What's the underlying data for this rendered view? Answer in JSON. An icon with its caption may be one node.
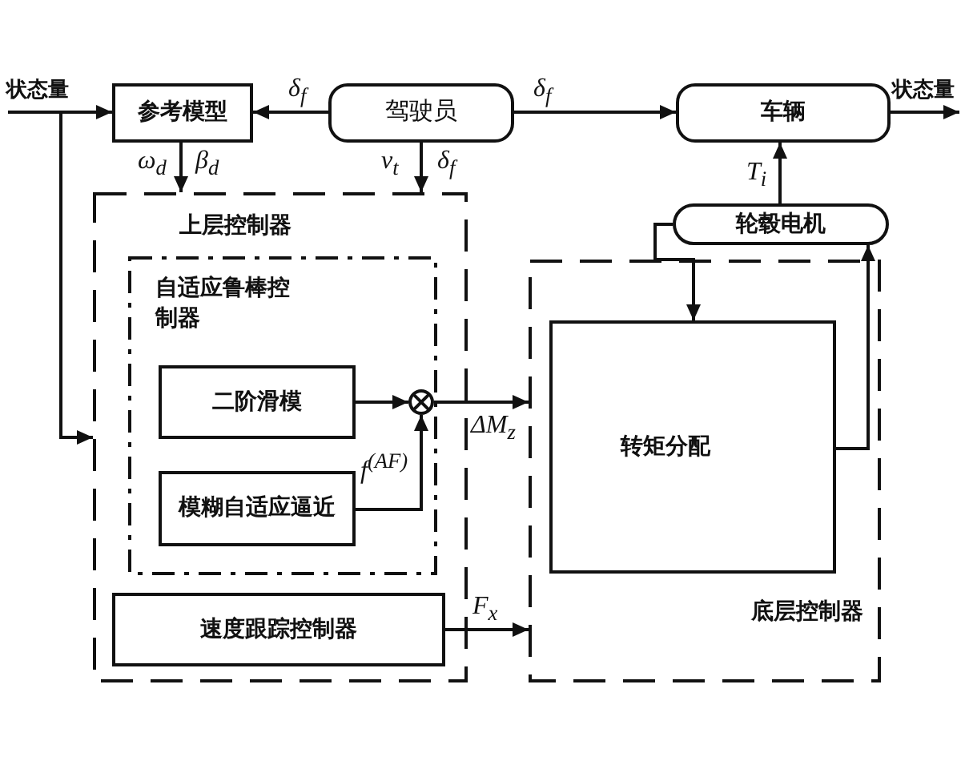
{
  "diagram": {
    "nodes": [
      {
        "text": [
          "参考模型"
        ]
      },
      {
        "text": [
          "驾驶员"
        ]
      },
      {
        "text": [
          "车辆"
        ]
      },
      {
        "text": [
          "轮毂电机"
        ]
      },
      {
        "text": [
          "上层控制器"
        ]
      },
      {
        "text": [
          "自适应鲁棒控制器"
        ],
        "in": 4
      },
      {
        "text": [
          "二阶滑模"
        ],
        "in": 5
      },
      {
        "text": [],
        "shape": "circle",
        "in": 5
      },
      {
        "text": [
          "模糊自适应逼近"
        ],
        "in": 5
      },
      {
        "text": [
          "速度跟踪控制器"
        ],
        "in": 4
      },
      {
        "text": [
          "底层控制器"
        ]
      },
      {
        "text": [
          "转矩分配"
        ],
        "in": 10
      }
    ],
    "edges": [
      {
        "from": null,
        "to": 0,
        "arrow": "to",
        "label": "状态量"
      },
      {
        "from": null,
        "to": 4,
        "arrow": "to"
      },
      {
        "from": 1,
        "to": 0,
        "arrow": "to",
        "label": "δ$_{f}$"
      },
      {
        "from": 1,
        "to": 2,
        "arrow": "to",
        "label": "δ$_{f}$"
      },
      {
        "from": 2,
        "to": null,
        "arrow": "to",
        "label": "状态量"
      },
      {
        "from": 0,
        "to": 4,
        "arrow": "to",
        "label": "ω$_{d}$"
      },
      {
        "from": 1,
        "to": 4,
        "arrow": "to",
        "label": "v$_{t}$"
      },
      {
        "from": 3,
        "to": 2,
        "arrow": "to",
        "label": "T$_{i}$"
      },
      {
        "from": 6,
        "to": 7,
        "arrow": "to"
      },
      {
        "from": 8,
        "to": 7,
        "arrow": "to",
        "label": "f$^{(AF)}$"
      },
      {
        "from": 7,
        "to": 10,
        "arrow": "to",
        "label": "ΔM$_{z}$"
      },
      {
        "from": 9,
        "to": 10,
        "arrow": "to",
        "label": "F$_{x}$"
      },
      {
        "from": 3,
        "to": 11,
        "arrow": "to"
      },
      {
        "from": 11,
        "to": 3,
        "arrow": "to"
      }
    ],
    "labels": [
      "β$_{d}$",
      "δ$_{f}$"
    ]
  }
}
